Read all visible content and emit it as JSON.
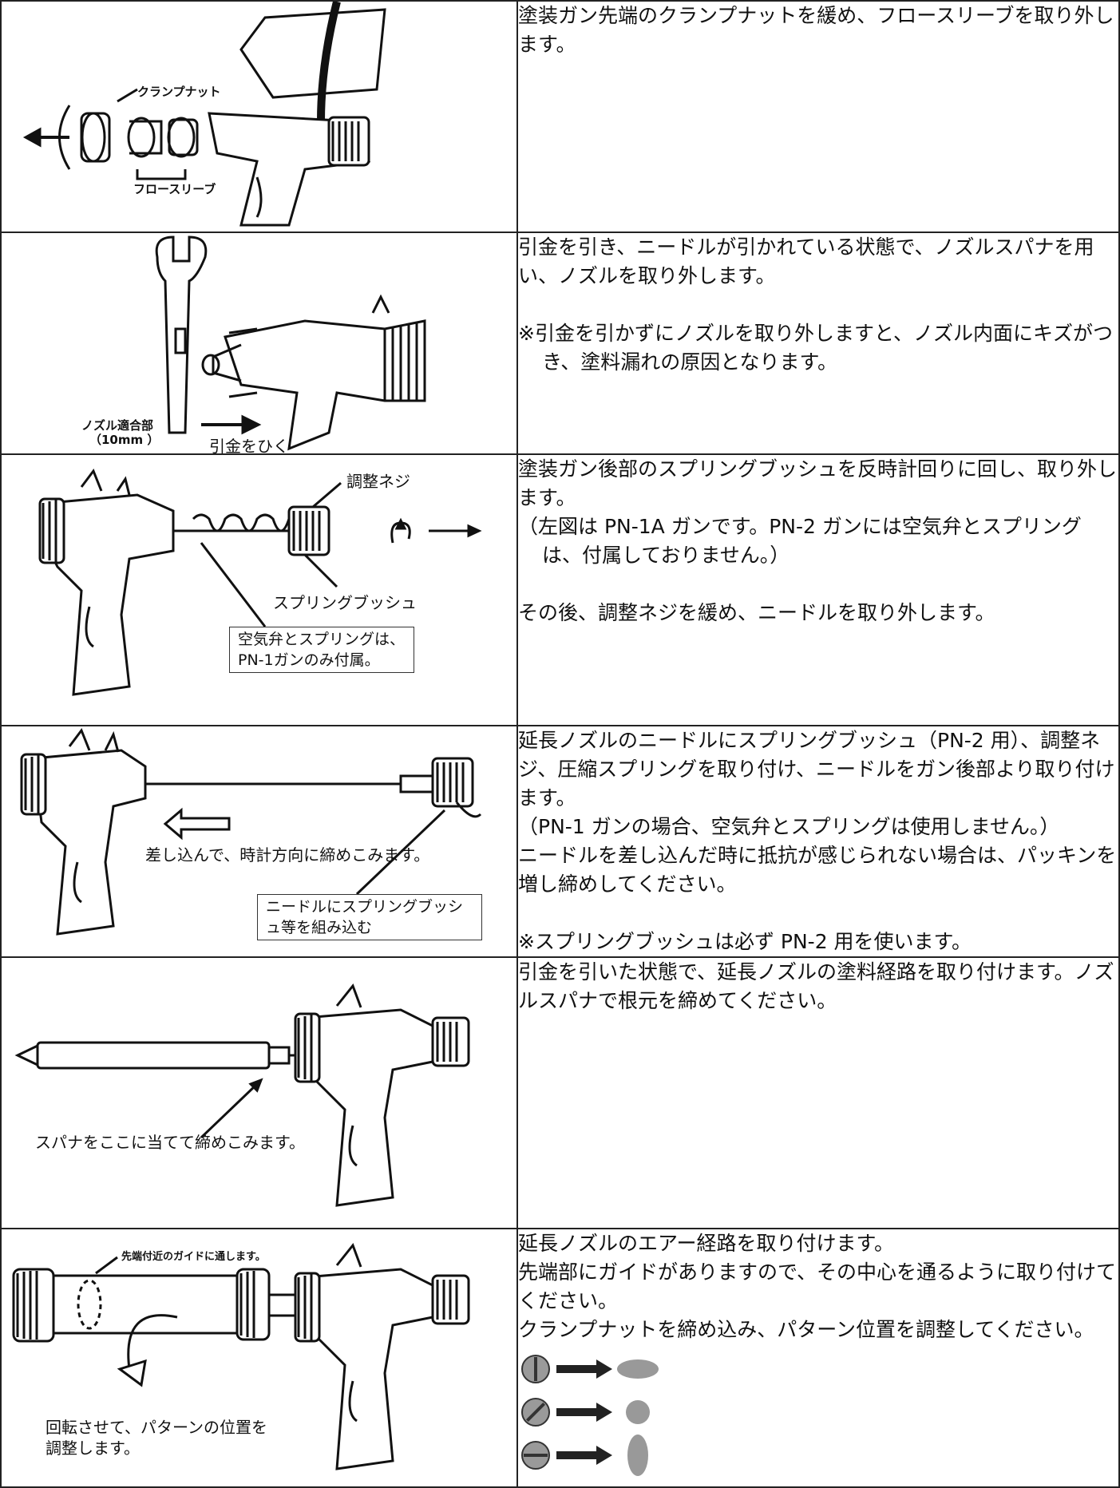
{
  "steps": [
    {
      "text": [
        "塗装ガン先端のクランプナットを緩め、フロースリーブを取り外します。"
      ],
      "labels": {
        "clamp_nut": "クランプナット",
        "flow_sleeve": "フロースリーブ"
      }
    },
    {
      "text": [
        "引金を引き、ニードルが引かれている状態で、ノズルスパナを用い、ノズルを取り外します。",
        "※引金を引かずにノズルを取り外しますと、ノズル内面にキズがつき、塗料漏れの原因となります。"
      ],
      "labels": {
        "wrench_fit": "ノズル適合部",
        "wrench_size": "（10mm ）",
        "pull_trigger": "引金をひく"
      }
    },
    {
      "text": [
        "塗装ガン後部のスプリングブッシュを反時計回りに回し、取り外します。",
        "（左図は PN-1A ガンです。PN-2 ガンには空気弁とスプリングは、付属しておりません。）",
        "その後、調整ネジを緩め、ニードルを取り外します。"
      ],
      "labels": {
        "adjust_screw": "調整ネジ",
        "spring_bush": "スプリングブッシュ",
        "note_box": "空気弁とスプリングは、PN-1ガンのみ付属。"
      }
    },
    {
      "text": [
        "延長ノズルのニードルにスプリングブッシュ（PN-2 用）、調整ネジ、圧縮スプリングを取り付け、ニードルをガン後部より取り付けます。",
        "（PN-1 ガンの場合、空気弁とスプリングは使用しません。）",
        "ニードルを差し込んだ時に抵抗が感じられない場合は、パッキンを増し締めしてください。",
        "※スプリングブッシュは必ず PN-2 用を使います。"
      ],
      "labels": {
        "insert": "差し込んで、時計方向に締めこみます。",
        "note_box": "ニードルにスプリングブッシュ等を組み込む"
      }
    },
    {
      "text": [
        "引金を引いた状態で、延長ノズルの塗料経路を取り付けます。ノズルスパナで根元を締めてください。"
      ],
      "labels": {
        "wrench_here": "スパナをここに当てて締めこみます。"
      }
    },
    {
      "text": [
        "延長ノズルのエアー経路を取り付けます。",
        "先端部にガイドがありますので、その中心を通るように取り付けてください。",
        "クランプナットを締め込み、パターン位置を調整してください。"
      ],
      "labels": {
        "guide": "先端付近のガイドに通します。",
        "rotate": "回転させて、パターンの位置を調整します。"
      }
    }
  ],
  "patterns": [
    "horizontal-ellipse",
    "circle",
    "vertical-ellipse"
  ]
}
